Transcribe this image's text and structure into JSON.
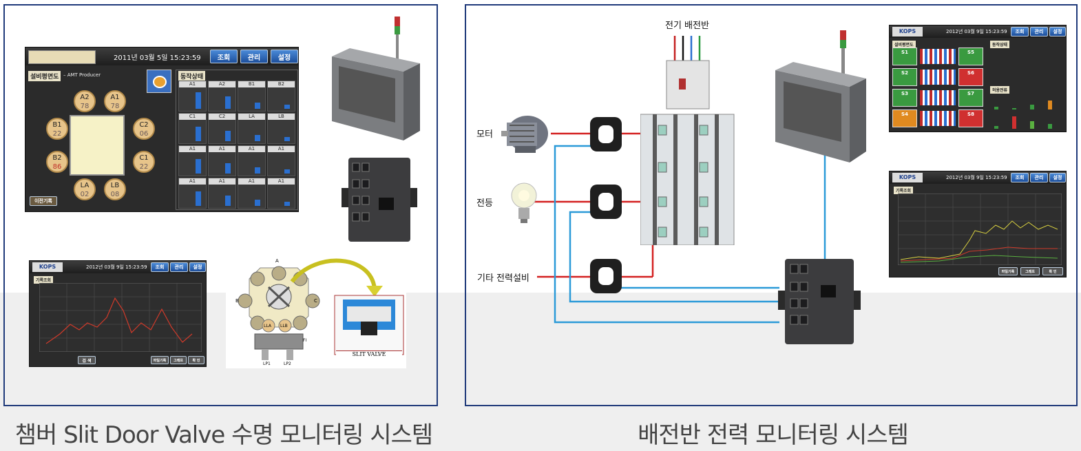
{
  "left_panel": {
    "caption": "챔버 Slit Door Valve 수명 모니터링 시스템",
    "hmi_main": {
      "datetime": "2011년 03월 5일   15:23:59",
      "buttons": [
        "조회",
        "관리",
        "설정"
      ],
      "layout_title": "설비평면도",
      "producer": "– AMT Producer",
      "status_title": "동작상태",
      "history_button": "이전기록",
      "chambers": [
        {
          "name": "A2",
          "value": "78",
          "alert": false
        },
        {
          "name": "A1",
          "value": "78",
          "alert": false
        },
        {
          "name": "B1",
          "value": "22",
          "alert": false
        },
        {
          "name": "C2",
          "value": "06",
          "alert": false
        },
        {
          "name": "B2",
          "value": "86",
          "alert": true
        },
        {
          "name": "C1",
          "value": "22",
          "alert": false
        },
        {
          "name": "LA",
          "value": "02",
          "alert": false
        },
        {
          "name": "LB",
          "value": "08",
          "alert": false
        }
      ],
      "status_cells": [
        {
          "name": "A1",
          "level": 0.8
        },
        {
          "name": "A2",
          "level": 0.6
        },
        {
          "name": "B1",
          "level": 0.3
        },
        {
          "name": "B2",
          "level": 0.2
        },
        {
          "name": "C1",
          "level": 0.7
        },
        {
          "name": "C2",
          "level": 0.5
        },
        {
          "name": "LA",
          "level": 0.3
        },
        {
          "name": "LB",
          "level": 0.2
        },
        {
          "name": "A1",
          "level": 0.7
        },
        {
          "name": "A1",
          "level": 0.5
        },
        {
          "name": "A1",
          "level": 0.3
        },
        {
          "name": "A1",
          "level": 0.2
        },
        {
          "name": "A1",
          "level": 0.7
        },
        {
          "name": "A1",
          "level": 0.5
        },
        {
          "name": "A1",
          "level": 0.3
        },
        {
          "name": "A1",
          "level": 0.2
        }
      ]
    },
    "hmi_chart": {
      "brand": "KOPS",
      "datetime": "2012년 03월 9일   15:23:59",
      "buttons": [
        "조회",
        "관리",
        "설정"
      ],
      "tab": "기록조회",
      "search_button": "검 색",
      "bottom_buttons": [
        "파일기록",
        "그래프",
        "확 인"
      ]
    },
    "valve_diagram": {
      "labels": [
        "A",
        "B",
        "C",
        "LLA",
        "LLB",
        "FI",
        "LP1",
        "LP2"
      ],
      "slit_valve_label": "SLIT VALVE"
    }
  },
  "right_panel": {
    "caption": "배전반 전력 모니터링 시스템",
    "panel_label": "전기 배전반",
    "loads": [
      "모터",
      "전등",
      "기타 전력설비"
    ],
    "hmi_top": {
      "brand": "KOPS",
      "datetime": "2012년 03월 9일   15:23:59",
      "buttons": [
        "조회",
        "관리",
        "설정"
      ],
      "layout_title": "설비평면도",
      "status_title": "동작상태",
      "current_title": "허용전류",
      "left_slots": [
        "S1",
        "S2",
        "S3",
        "S4"
      ],
      "right_slots": [
        "S5",
        "S6",
        "S7",
        "S8"
      ]
    },
    "hmi_bottom": {
      "brand": "KOPS",
      "datetime": "2012년 03월 9일   15:23:59",
      "buttons": [
        "조회",
        "관리",
        "설정"
      ],
      "tab": "기록조회",
      "bottom_buttons": [
        "파일기록",
        "그래프",
        "확 인"
      ]
    }
  },
  "colors": {
    "panel_border": "#1f3a7a",
    "power_line": "#d42020",
    "signal_line": "#2a9ad8",
    "hmi_accent": "#2a6fd0"
  }
}
